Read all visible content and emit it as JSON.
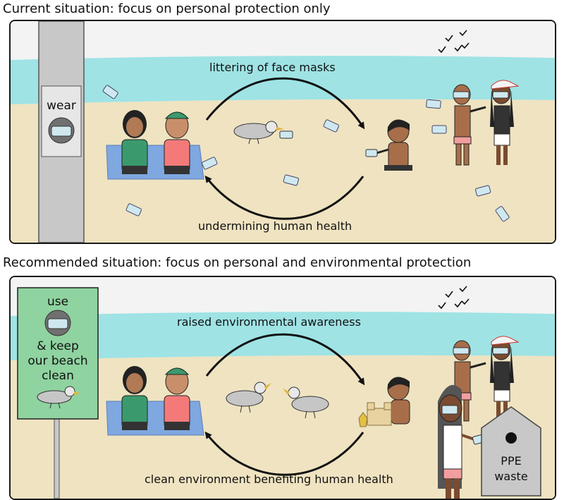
{
  "current": {
    "heading": "Current situation: focus on personal protection only",
    "sign_text": "wear",
    "top_arrow_label": "littering of face masks",
    "bottom_arrow_label": "undermining human health"
  },
  "recommended": {
    "heading": "Recommended situation: focus on personal and environmental protection",
    "sign_line1": "use",
    "sign_line2": "& keep",
    "sign_line3": "our beach",
    "sign_line4": "clean",
    "top_arrow_label": "raised environmental awareness",
    "bottom_arrow_label": "clean environment benefiting human health",
    "bin_line1": "PPE",
    "bin_line2": "waste"
  },
  "colors": {
    "sea": "#9fe3e5",
    "sand": "#efe3c1",
    "sky": "#f3f3f3",
    "towel": "#7fa7e0",
    "sign_green": "#8fd3a0",
    "mask": "#cfe8f0",
    "shirt_green": "#3a9a6e",
    "shirt_pink": "#f47a7a"
  }
}
